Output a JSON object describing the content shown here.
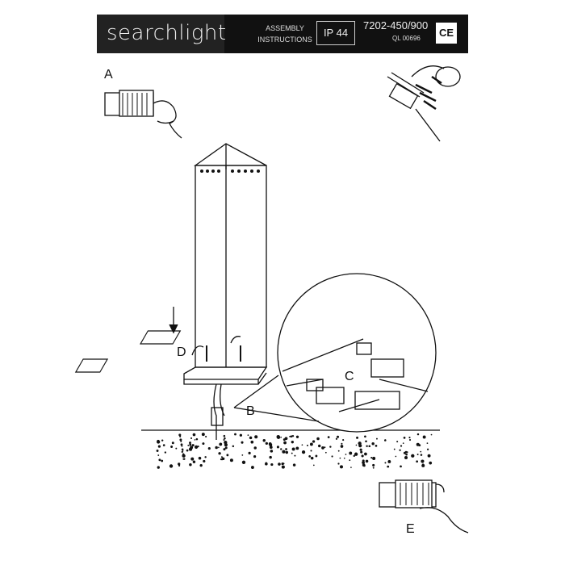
{
  "header": {
    "brand": "searchlight",
    "assembly_line1": "ASSEMBLY",
    "assembly_line2": "INSTRUCTIONS",
    "ip_rating": "IP 44",
    "model": "7202-450/900",
    "ql_code": "QL 00696",
    "ce_mark": "CE"
  },
  "labels": {
    "a": "A",
    "b": "B",
    "c": "C",
    "d": "D",
    "e": "E"
  }
}
